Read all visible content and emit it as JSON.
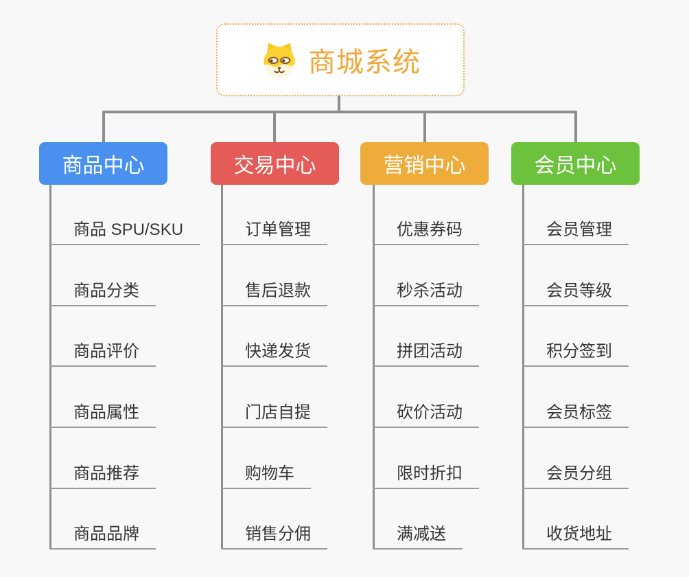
{
  "root": {
    "title": "商城系统",
    "icon": "dog-face-icon",
    "accent_color": "#f2a73a",
    "border_color": "#f0aa43"
  },
  "connector_color": "#8d8d8d",
  "background_color": "#f8f8f8",
  "branches": [
    {
      "label": "商品中心",
      "color": "#4a90ee",
      "items": [
        "商品 SPU/SKU",
        "商品分类",
        "商品评价",
        "商品属性",
        "商品推荐",
        "商品品牌"
      ]
    },
    {
      "label": "交易中心",
      "color": "#e45b58",
      "items": [
        "订单管理",
        "售后退款",
        "快递发货",
        "门店自提",
        "购物车",
        "销售分佣"
      ]
    },
    {
      "label": "营销中心",
      "color": "#eeac3b",
      "items": [
        "优惠券码",
        "秒杀活动",
        "拼团活动",
        "砍价活动",
        "限时折扣",
        "满减送"
      ]
    },
    {
      "label": "会员中心",
      "color": "#6cc13d",
      "items": [
        "会员管理",
        "会员等级",
        "积分签到",
        "会员标签",
        "会员分组",
        "收货地址"
      ]
    }
  ]
}
